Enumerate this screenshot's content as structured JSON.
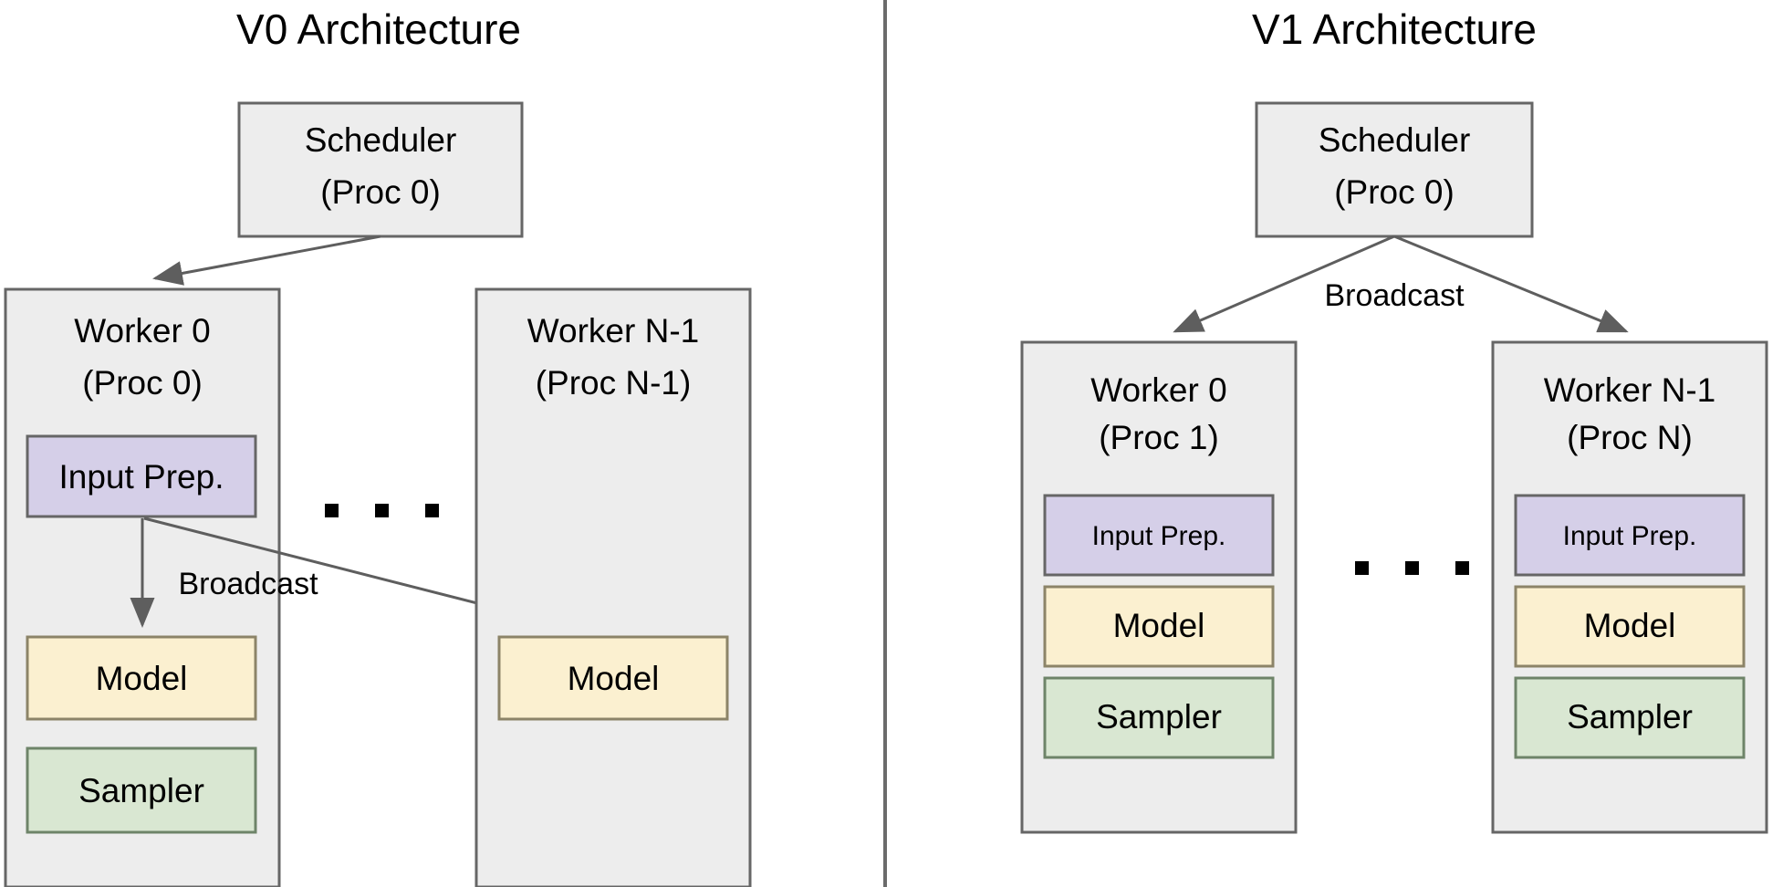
{
  "figure": {
    "type": "diagram",
    "subtype": "architecture-comparison",
    "panels": [
      {
        "id": "v0",
        "title": "V0 Architecture",
        "scheduler": {
          "name": "Scheduler",
          "proc": "(Proc 0)"
        },
        "workers": [
          {
            "id": "worker-0",
            "name": "Worker 0",
            "proc": "(Proc 0)",
            "components": [
              "Input Prep.",
              "Model",
              "Sampler"
            ]
          },
          {
            "id": "worker-n-1",
            "name": "Worker N-1",
            "proc": "(Proc N-1)",
            "components": [
              "Model"
            ]
          }
        ],
        "edge_labels": [
          "Broadcast"
        ],
        "ellipsis": "..."
      },
      {
        "id": "v1",
        "title": "V1 Architecture",
        "scheduler": {
          "name": "Scheduler",
          "proc": "(Proc 0)"
        },
        "workers": [
          {
            "id": "worker-0",
            "name": "Worker 0",
            "proc": "(Proc 1)",
            "components": [
              "Input Prep.",
              "Model",
              "Sampler"
            ]
          },
          {
            "id": "worker-n-1",
            "name": "Worker N-1",
            "proc": "(Proc N)",
            "components": [
              "Input Prep.",
              "Model",
              "Sampler"
            ]
          }
        ],
        "edge_labels": [
          "Broadcast"
        ],
        "ellipsis": "..."
      }
    ],
    "colors": {
      "container_fill": "#ededed",
      "container_stroke": "#666666",
      "input_prep_fill": "#d5cfe8",
      "model_fill": "#fbf0d0",
      "sampler_fill": "#d9e7d2",
      "edge_stroke": "#5e5e5e",
      "divider": "#6b6b6b",
      "background": "#ffffff",
      "text": "#000000"
    }
  }
}
